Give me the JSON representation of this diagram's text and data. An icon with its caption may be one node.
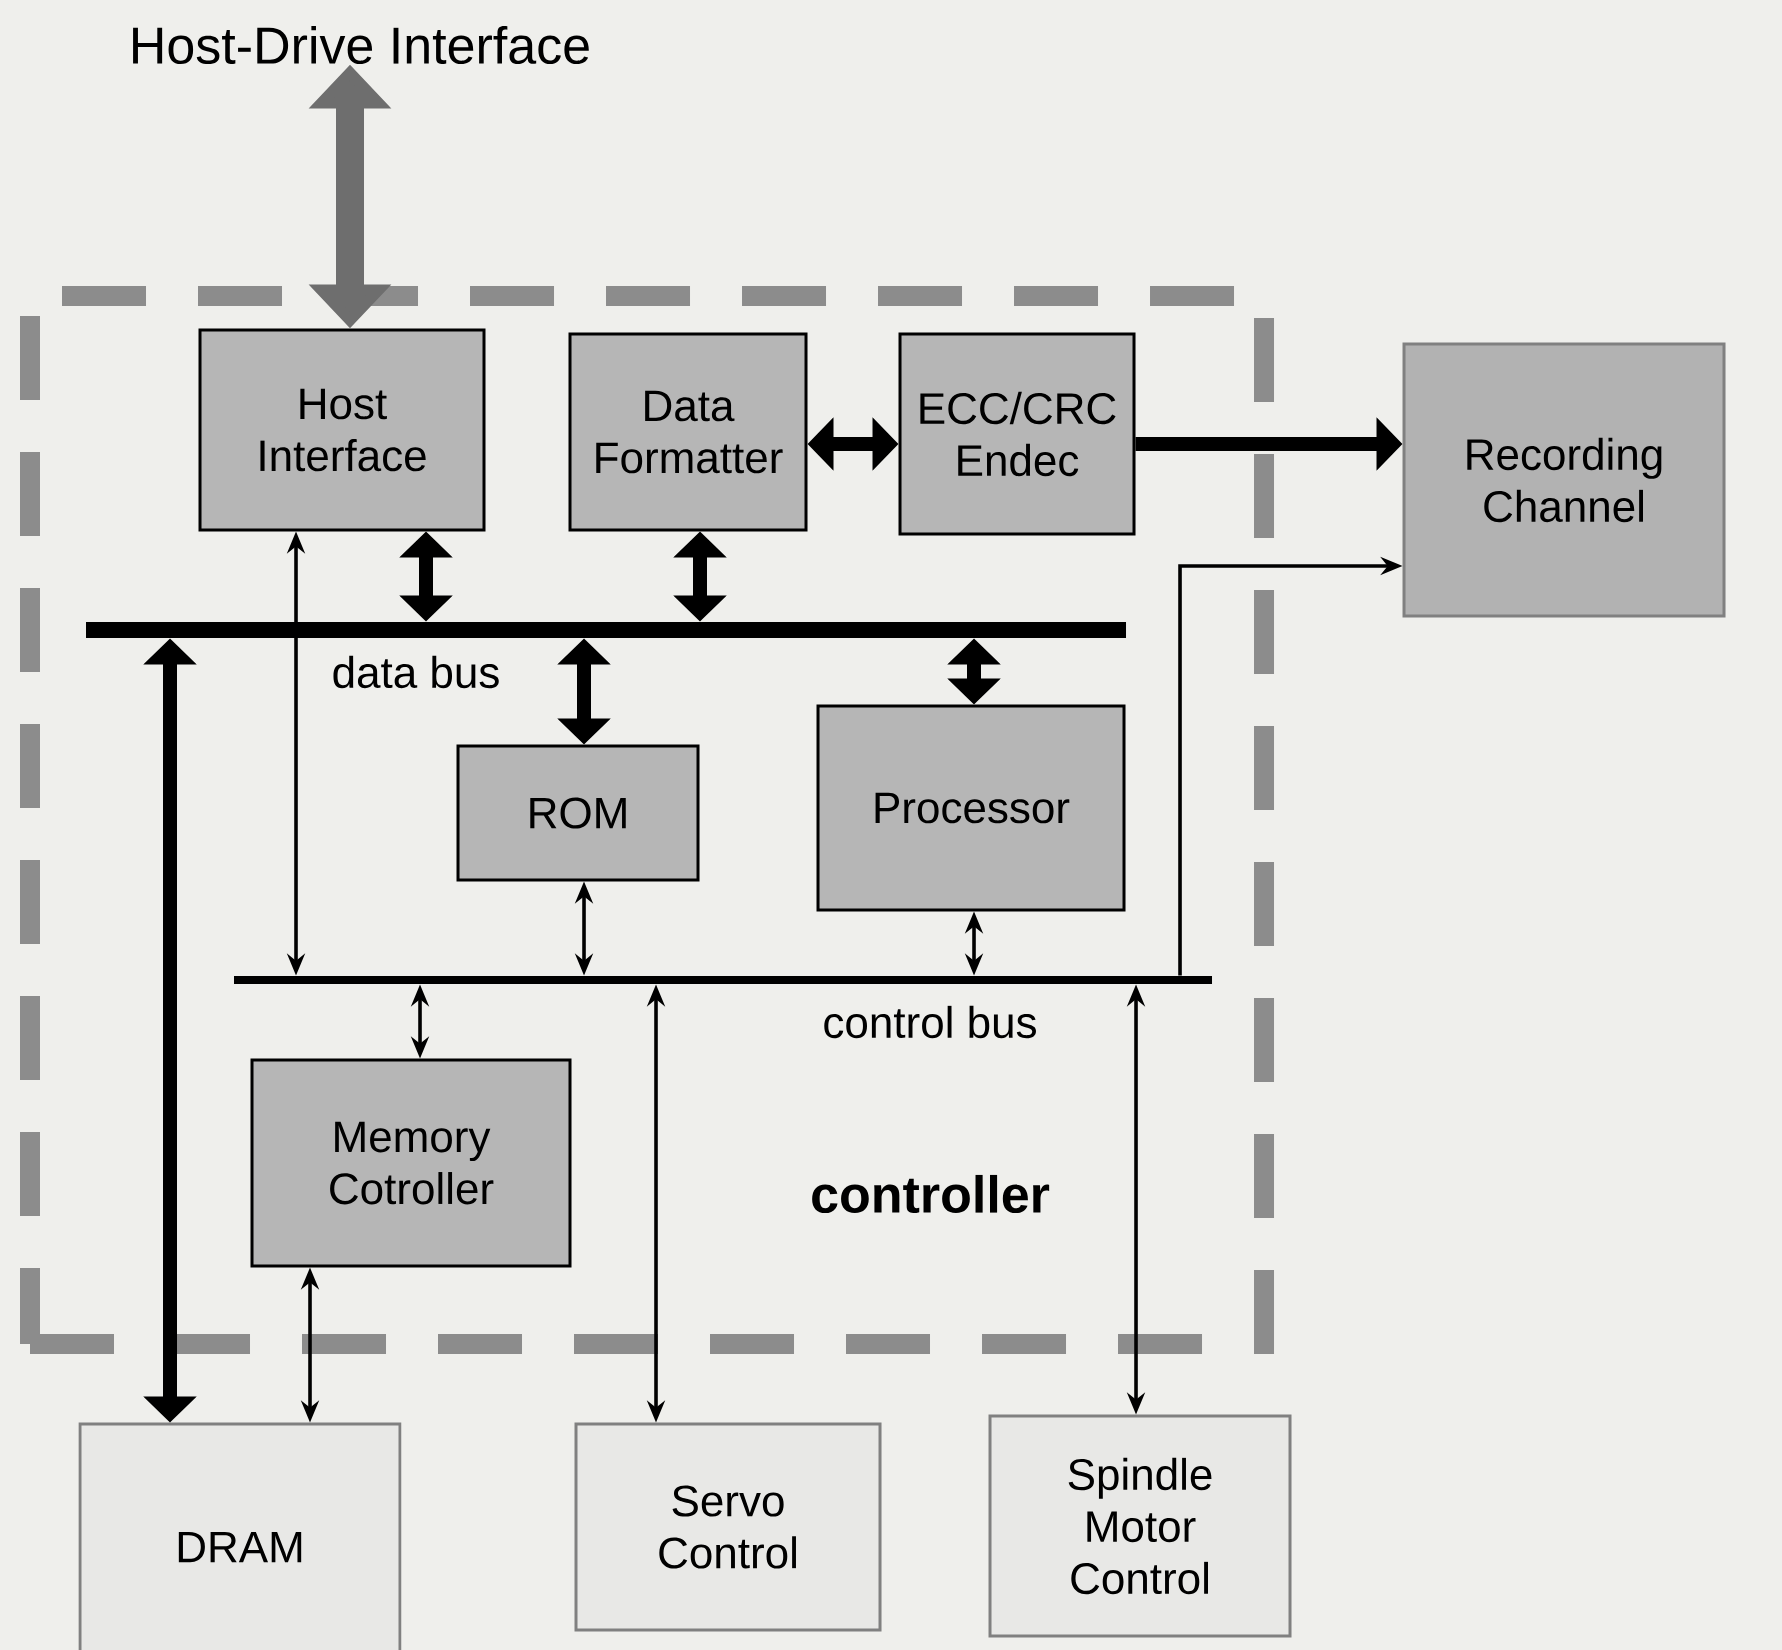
{
  "diagram": {
    "nodes": [
      {
        "text": [
          "controller"
        ]
      },
      {
        "text": [
          "Host Interface"
        ],
        "in": 0
      },
      {
        "text": [
          "Data Formatter"
        ],
        "in": 0
      },
      {
        "text": [
          "ECC/CRC Endec"
        ],
        "in": 0
      },
      {
        "text": [
          "Recording Channel"
        ]
      },
      {
        "text": [
          "data bus"
        ],
        "in": 0
      },
      {
        "text": [
          "ROM"
        ],
        "in": 0
      },
      {
        "text": [
          "Processor"
        ],
        "in": 0
      },
      {
        "text": [
          "control bus"
        ],
        "in": 0
      },
      {
        "text": [
          "Memory Cotroller"
        ],
        "in": 0
      },
      {
        "text": [
          "DRAM"
        ]
      },
      {
        "text": [
          "Servo Control"
        ]
      },
      {
        "text": [
          "Spindle Motor Control"
        ]
      },
      {
        "text": [
          "Host-Drive Interface"
        ]
      }
    ],
    "edges": [
      {
        "from": 13,
        "to": 1,
        "arrow": "both",
        "style": "thick",
        "color": "#6e6e6e"
      },
      {
        "from": 1,
        "to": 5,
        "arrow": "both",
        "style": "thick"
      },
      {
        "from": 2,
        "to": 5,
        "arrow": "both",
        "style": "thick"
      },
      {
        "from": 2,
        "to": 3,
        "arrow": "both",
        "style": "thick"
      },
      {
        "from": 3,
        "to": 4,
        "arrow": "to",
        "style": "thick"
      },
      {
        "from": 5,
        "to": 6,
        "arrow": "both",
        "style": "thick"
      },
      {
        "from": 5,
        "to": 7,
        "arrow": "both",
        "style": "thick"
      },
      {
        "from": 5,
        "to": 10,
        "arrow": "both",
        "style": "thick"
      },
      {
        "from": 1,
        "to": 8,
        "arrow": "both"
      },
      {
        "from": 6,
        "to": 8,
        "arrow": "both"
      },
      {
        "from": 7,
        "to": 8,
        "arrow": "both"
      },
      {
        "from": 8,
        "to": 9,
        "arrow": "both"
      },
      {
        "from": 9,
        "to": 10,
        "arrow": "both"
      },
      {
        "from": 8,
        "to": 11,
        "arrow": "both"
      },
      {
        "from": 8,
        "to": 12,
        "arrow": "both"
      },
      {
        "from": 8,
        "to": 4,
        "arrow": "to"
      }
    ]
  }
}
